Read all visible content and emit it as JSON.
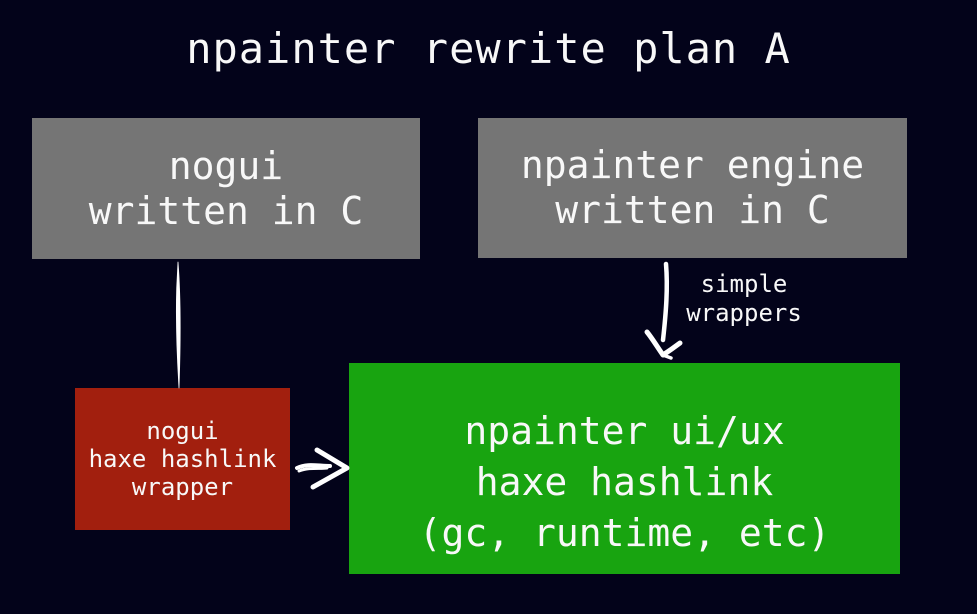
{
  "title": "npainter rewrite plan A",
  "boxes": {
    "nogui_c": {
      "lines": [
        "nogui",
        "written in C"
      ],
      "color": "#757575"
    },
    "engine_c": {
      "lines": [
        "npainter engine",
        "written in C"
      ],
      "color": "#757575"
    },
    "wrapper": {
      "lines": [
        "nogui",
        "haxe hashlink",
        "wrapper"
      ],
      "color": "#a21f0e"
    },
    "ui": {
      "lines": [
        "npainter ui/ux",
        "haxe hashlink",
        "(gc, runtime, etc)"
      ],
      "color": "#18a410"
    }
  },
  "labels": {
    "simple_wrappers": {
      "lines": [
        "simple",
        "wrappers"
      ]
    }
  },
  "arrows": [
    {
      "name": "nogui-to-wrapper",
      "from": "nogui written in C",
      "to": "nogui haxe hashlink wrapper"
    },
    {
      "name": "engine-to-ui",
      "from": "npainter engine written in C",
      "to": "npainter ui/ux"
    },
    {
      "name": "wrapper-to-ui",
      "from": "nogui haxe hashlink wrapper",
      "to": "npainter ui/ux"
    }
  ],
  "colors": {
    "background": "#03031a",
    "text": "#f8f8f8",
    "box_gray": "#757575",
    "box_red": "#a21f0e",
    "box_green": "#18a410",
    "arrow": "#ffffff"
  }
}
